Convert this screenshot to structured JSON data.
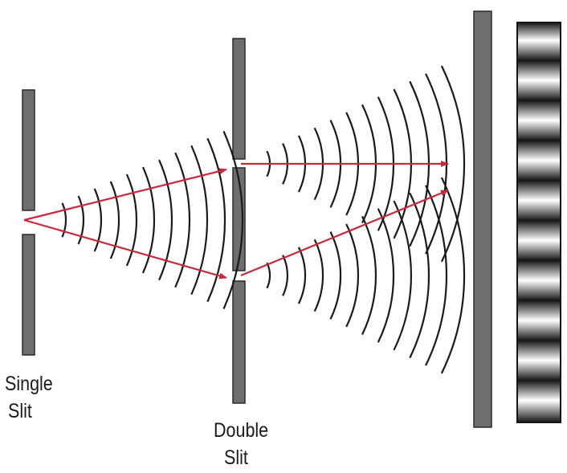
{
  "labels": {
    "single_slit_line1": "Single",
    "single_slit_line2": "Slit",
    "double_slit_line1": "Double",
    "double_slit_line2": "Slit"
  },
  "colors": {
    "barrier_fill": "#6e6e6e",
    "barrier_stroke": "#2a2a2a",
    "wave": "#1a1a1a",
    "ray": "#c8283a",
    "screen_dark": "#151515",
    "screen_light": "#ffffff"
  }
}
